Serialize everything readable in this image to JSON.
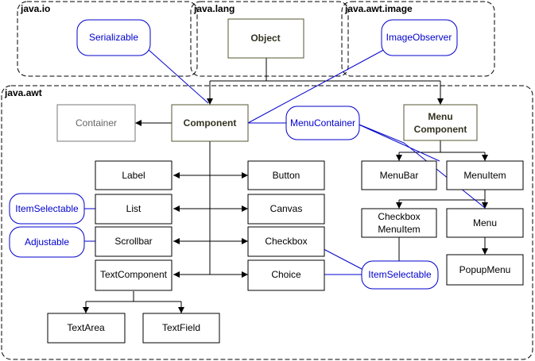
{
  "packages": {
    "java_io": "java.io",
    "java_lang": "java.lang",
    "java_awt_image": "java.awt.image",
    "java_awt": "java.awt"
  },
  "nodes": {
    "serializable": "Serializable",
    "object": "Object",
    "image_observer": "ImageObserver",
    "container": "Container",
    "component": "Component",
    "menu_container": "MenuContainer",
    "menu_component_l1": "Menu",
    "menu_component_l2": "Component",
    "label": "Label",
    "button": "Button",
    "menu_bar": "MenuBar",
    "menu_item": "MenuItem",
    "item_selectable_left": "ItemSelectable",
    "list": "List",
    "canvas": "Canvas",
    "checkbox_menu_item_l1": "Checkbox",
    "checkbox_menu_item_l2": "MenuItem",
    "menu": "Menu",
    "adjustable": "Adjustable",
    "scrollbar": "Scrollbar",
    "checkbox": "Checkbox",
    "popup_menu": "PopupMenu",
    "text_component": "TextComponent",
    "choice": "Choice",
    "item_selectable_right": "ItemSelectable",
    "text_area": "TextArea",
    "text_field": "TextField"
  },
  "colors": {
    "interface_text": "#0000cc",
    "interface_border": "#0000cc",
    "class_border": "#333333",
    "lang_class_border": "#555533",
    "lang_class_text": "#333322",
    "external_class_text": "#666666",
    "external_class_border": "#777777",
    "package_border": "#000000",
    "edge": "#000000",
    "interface_edge": "#0000cc"
  }
}
